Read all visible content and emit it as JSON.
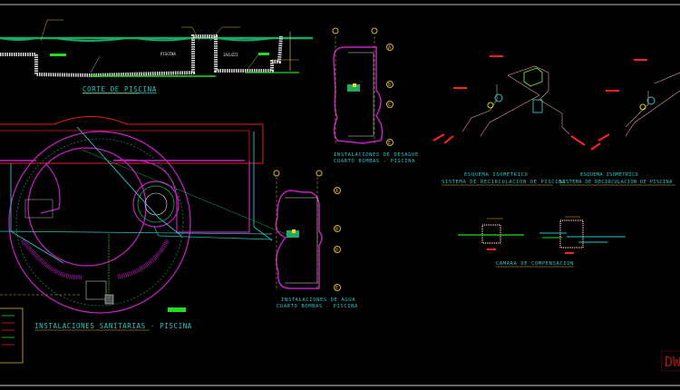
{
  "drawing": {
    "section": {
      "title": "CORTE DE PISCINA",
      "labels": {
        "pool": "PISCINA",
        "jacuzzi": "JACUZZI"
      }
    },
    "plan": {
      "title": "INSTALACIONES SANITARIAS - PISCINA"
    },
    "drain_room": {
      "title_line1": "INSTALACIONES DE DESAGUE",
      "title_line2": "CUARTO BOMBAS - PISCINA"
    },
    "water_room": {
      "title_line1": "INSTALACIONES DE AGUA",
      "title_line2": "CUARTO BOMBAS - PISCINA"
    },
    "isometric_1": {
      "title_line1": "ESQUEMA ISOMETRICO",
      "title_line2": "SISTEMA DE RECIRCULACION DE PISCINA"
    },
    "isometric_2": {
      "title_line1": "ESQUEMA ISOMETRICO",
      "title_line2": "SISTEMA DE RECIRCULACION DE PISCINA"
    },
    "compensation_chamber": {
      "title": "CAMARA DE COMPENSACION"
    },
    "grid_bubbles": [
      "A",
      "B",
      "C",
      "D",
      "E"
    ],
    "watermark": "DWG"
  },
  "colors": {
    "background": "#000000",
    "title": "#2ec4c4",
    "walls": "#c020c0",
    "pipes_red": "#e02020",
    "pipes_green": "#22dd22",
    "annotations": "#d8b43a"
  }
}
